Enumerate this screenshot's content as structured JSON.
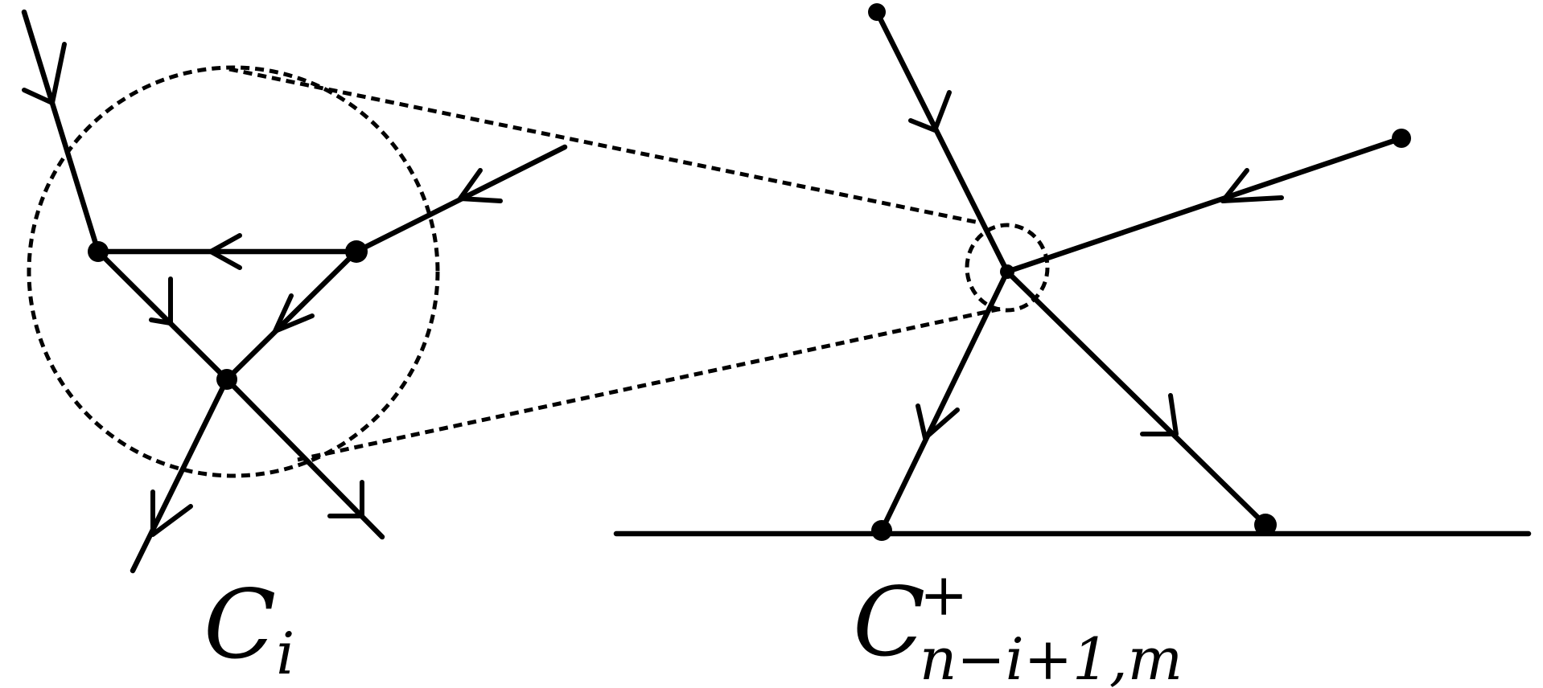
{
  "labels": {
    "left": {
      "main": "C",
      "sub": "i"
    },
    "right": {
      "main": "C",
      "sup": "+",
      "sub": "n−i+1,m"
    }
  }
}
